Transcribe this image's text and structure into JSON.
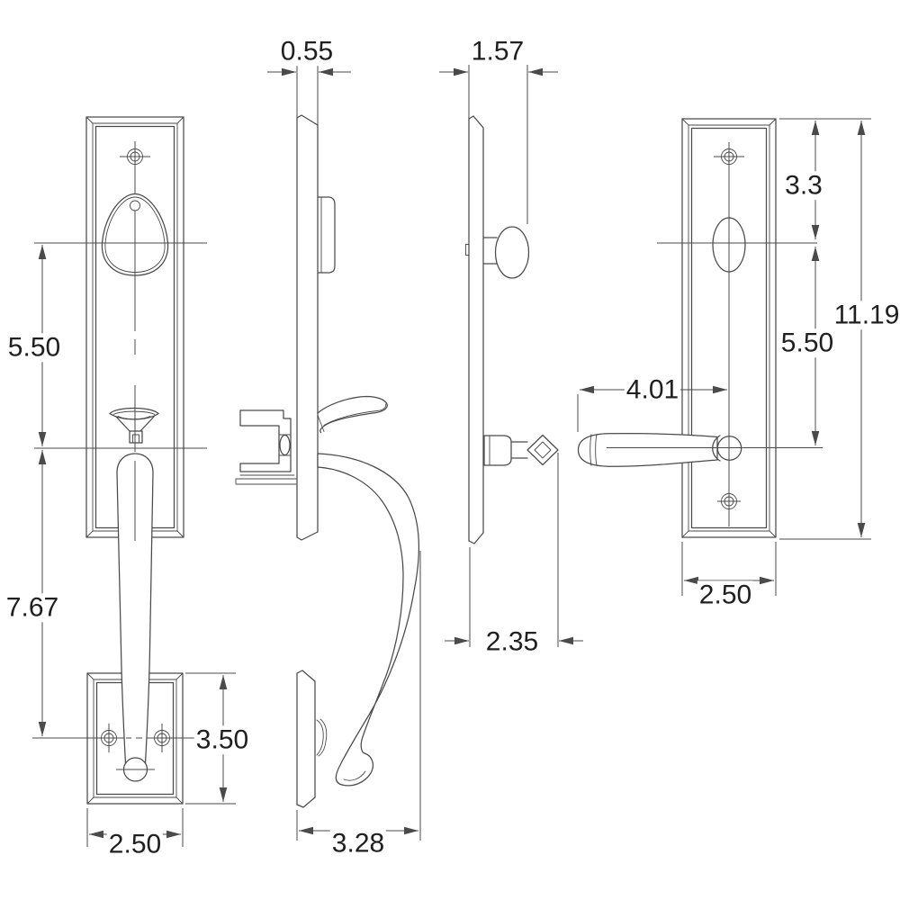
{
  "colors": {
    "line": "#4a4a4a",
    "text": "#1f1f1f",
    "background": "#ffffff"
  },
  "dims": {
    "exterior_thickness": "0.55",
    "interior_projection": "1.57",
    "top_to_cylinder": "3.3",
    "overall_height": "11.19",
    "cylinder_to_lever": "5.50",
    "lever_length": "4.01",
    "interior_plate_width": "2.50",
    "cylinder_to_thumb": "5.50",
    "thumb_to_base": "7.67",
    "spindle_depth": "2.35",
    "base_height": "3.50",
    "base_width": "2.50",
    "handle_depth": "3.28"
  }
}
